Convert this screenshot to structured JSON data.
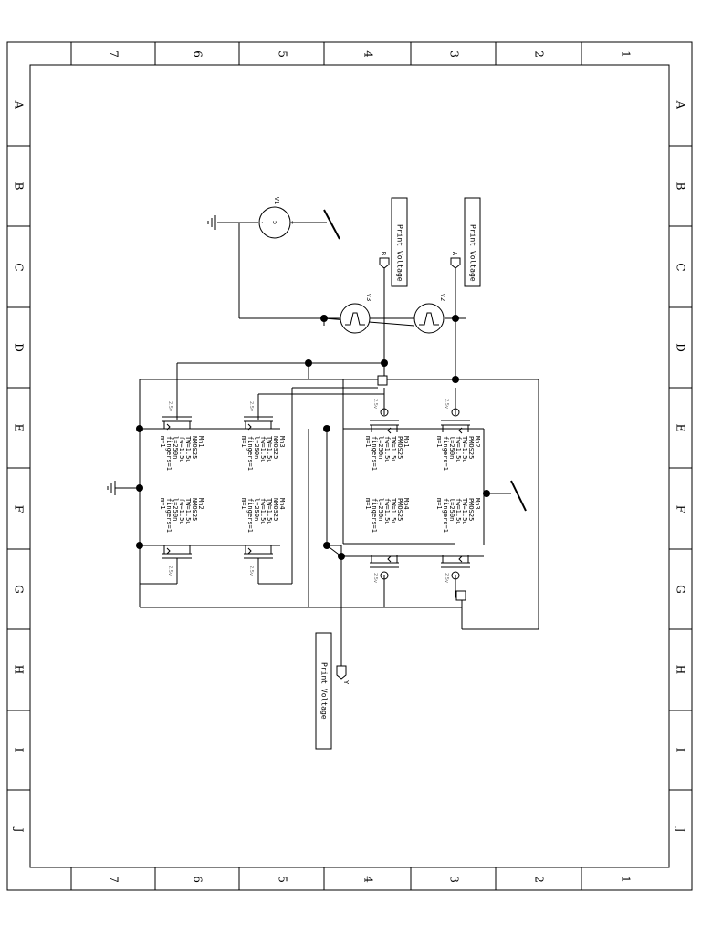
{
  "frame": {
    "columns": [
      "7",
      "6",
      "5",
      "4",
      "3",
      "2",
      "1"
    ],
    "rows": [
      "A",
      "B",
      "C",
      "D",
      "E",
      "F",
      "G",
      "H",
      "I",
      "J"
    ]
  },
  "probes": {
    "a": {
      "text": "Print Voltage",
      "net": "A"
    },
    "b": {
      "text": "Print Voltage",
      "net": "B"
    },
    "y": {
      "text": "Print Voltage",
      "net": "Y"
    }
  },
  "sources": {
    "v1": {
      "name": "V1",
      "value": "5"
    },
    "v2": {
      "name": "V2"
    },
    "v3": {
      "name": "V3"
    }
  },
  "supply_labels": {
    "mn1": "2.5v",
    "mn3": "2.5v",
    "mp1": "2.5v",
    "mp2": "2.5v",
    "mn2": "2.5v",
    "mn4": "2.5v",
    "mp4": "2.5v",
    "mp3": "2.5v"
  },
  "transistors": [
    {
      "key": "mn1",
      "lines": [
        "Mn1",
        "NMOS25",
        "TW=1.5u",
        "fw=1.5u",
        "l=250n",
        "fingers=1",
        "m=1"
      ]
    },
    {
      "key": "mn3",
      "lines": [
        "Mn3",
        "NMOS25",
        "TW=1.5u",
        "fw=1.5u",
        "l=250n",
        "fingers=1",
        "m=1"
      ]
    },
    {
      "key": "mp1",
      "lines": [
        "Mp1",
        "PMOS25",
        "TW=1.5u",
        "fw=1.5u",
        "l=250n",
        "fingers=1",
        "m=1"
      ]
    },
    {
      "key": "mp2",
      "lines": [
        "Mp2",
        "PMOS25",
        "TW=1.5u",
        "fw=1.5u",
        "l=250n",
        "fingers=1",
        "m=1"
      ]
    },
    {
      "key": "mn2",
      "lines": [
        "Mn2",
        "NMOS25",
        "TW=1.5u",
        "fw=1.5u",
        "l=250n",
        "fingers=1",
        "m=1"
      ]
    },
    {
      "key": "mn4",
      "lines": [
        "Mn4",
        "NMOS25",
        "TW=1.5u",
        "fw=1.5u",
        "l=250n",
        "fingers=1",
        "m=1"
      ]
    },
    {
      "key": "mp4",
      "lines": [
        "Mp4",
        "PMOS25",
        "TW=1.5u",
        "fw=1.5u",
        "l=250n",
        "fingers=1",
        "m=1"
      ]
    },
    {
      "key": "mp3",
      "lines": [
        "Mp3",
        "PMOS25",
        "TW=1.5u",
        "fw=1.5u",
        "l=250n",
        "fingers=1",
        "m=1"
      ]
    }
  ]
}
